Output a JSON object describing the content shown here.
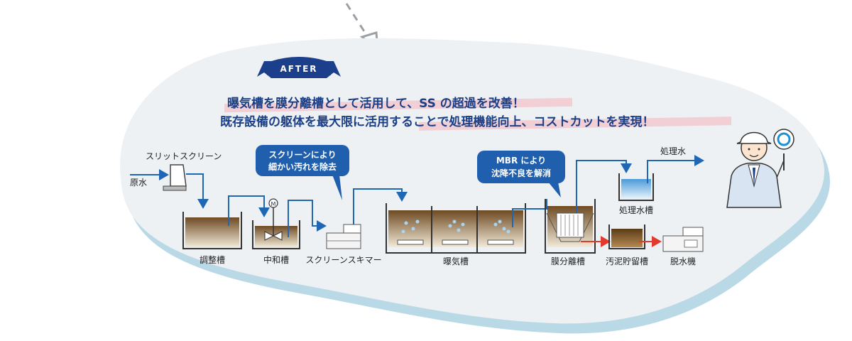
{
  "badge": {
    "label": "AFTER"
  },
  "headline": {
    "line1": "曝気槽を膜分離槽として活用して、SS の超過を改善！",
    "line2_prefix": "既存設備の躯体を最大限に活用することで",
    "line2_highlight": "処理機能向上、コストカットを実現！"
  },
  "bubbles": {
    "screen": {
      "line1": "スクリーンにより",
      "line2": "細かい汚れを除去"
    },
    "mbr": {
      "line1": "MBR により",
      "line2": "沈降不良を解消"
    }
  },
  "labels": {
    "slit_screen": "スリットスクリーン",
    "raw_water": "原水",
    "adjust_tank": "調整槽",
    "neutral_tank": "中和槽",
    "motor": "M",
    "skimmer": "スクリーンスキマー",
    "aeration_tank": "曝気槽",
    "membrane_tank": "膜分離槽",
    "sludge_tank": "汚泥貯留槽",
    "dewater": "脱水機",
    "treated_tank": "処理水槽",
    "treated_water": "処理水"
  },
  "colors": {
    "flow_blue": "#1f66b5",
    "badge_navy": "#1b3f8b",
    "bubble_blue": "#1f5fae",
    "sludge_brown": "#8b6a3e",
    "red_arrow": "#e23b2e",
    "cloud_bg": "#eef1f4",
    "cloud_shadow": "#b9d9e6",
    "highlight_pink": "#f3c1c6"
  }
}
